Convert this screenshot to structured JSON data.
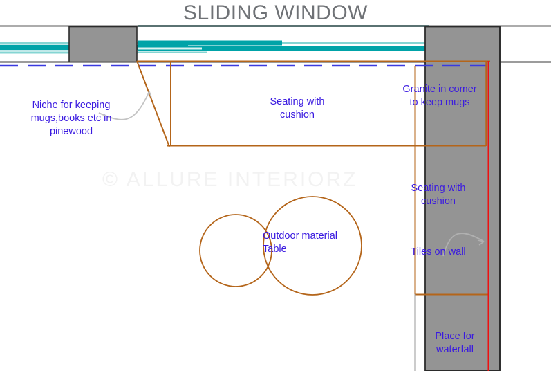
{
  "drawing": {
    "title": "SLIDING WINDOW",
    "watermark": "© ALLURE INTERIORZ",
    "title_color": "#6f7276",
    "annotation_color": "#3a1ae0",
    "palette": {
      "wall_fill": "#949494",
      "wall_outline": "#2b2b2b",
      "window_teal": "#00a3a8",
      "window_teal_light": "#85d5d3",
      "furniture_brown": "#b4651a",
      "tile_red": "#ee1111",
      "dashed_blue": "#3a3ae0",
      "leader_gray": "#c3c3c3",
      "frame_gray": "#7a7a7a"
    }
  },
  "annotations": [
    {
      "id": "niche",
      "text": "Niche for keeping\nmugs,books etc in\npinewood"
    },
    {
      "id": "seating1",
      "text": "Seating with\ncushion"
    },
    {
      "id": "granite",
      "text": "Granite in comer\nto keep mugs"
    },
    {
      "id": "seating2",
      "text": "Seating with\ncushion"
    },
    {
      "id": "tiles",
      "text": "Tiles on wall"
    },
    {
      "id": "table",
      "text": "Outdoor material\nTable"
    },
    {
      "id": "waterfall",
      "text": "Place for\nwaterfall"
    }
  ],
  "elements": {
    "sliding_window_label": "sliding window assembly",
    "left_wall_pier": "gray masonry pier",
    "right_wall": "gray masonry wall",
    "seating_bench": "bench seating outline",
    "niche_wedge": "angled pinewood niche",
    "table_small_circle": "small round table",
    "table_large_circle": "large round table",
    "threshold_line": "blue dashed threshold",
    "tile_strip": "red tile strip on wall"
  }
}
